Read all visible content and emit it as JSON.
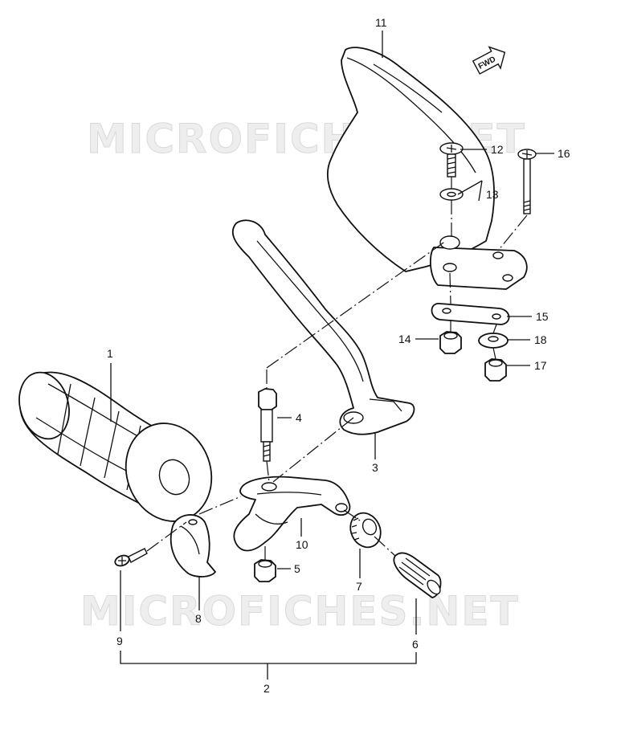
{
  "watermark": "MICROFICHES.NET",
  "direction_badge": "FWD",
  "callouts": [
    {
      "id": "c1",
      "label": "1"
    },
    {
      "id": "c2",
      "label": "2"
    },
    {
      "id": "c3",
      "label": "3"
    },
    {
      "id": "c4",
      "label": "4"
    },
    {
      "id": "c5",
      "label": "5"
    },
    {
      "id": "c6",
      "label": "6"
    },
    {
      "id": "c7",
      "label": "7"
    },
    {
      "id": "c8",
      "label": "8"
    },
    {
      "id": "c9",
      "label": "9"
    },
    {
      "id": "c10",
      "label": "10"
    },
    {
      "id": "c11",
      "label": "11"
    },
    {
      "id": "c12",
      "label": "12"
    },
    {
      "id": "c13",
      "label": "13"
    },
    {
      "id": "c14",
      "label": "14"
    },
    {
      "id": "c15",
      "label": "15"
    },
    {
      "id": "c16",
      "label": "16"
    },
    {
      "id": "c17",
      "label": "17"
    },
    {
      "id": "c18",
      "label": "18"
    }
  ]
}
